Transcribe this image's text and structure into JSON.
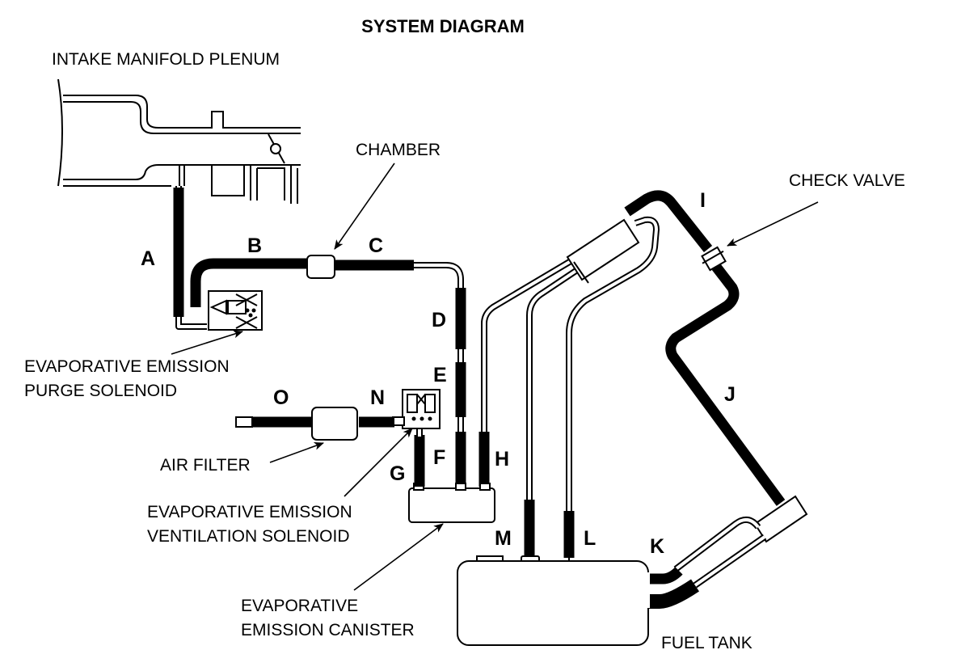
{
  "title": "SYSTEM DIAGRAM",
  "callouts": {
    "intake_manifold_plenum": "INTAKE MANIFOLD PLENUM",
    "chamber": "CHAMBER",
    "check_valve": "CHECK VALVE",
    "purge_solenoid_line1": "EVAPORATIVE EMISSION",
    "purge_solenoid_line2": "PURGE SOLENOID",
    "air_filter": "AIR FILTER",
    "ventilation_solenoid_line1": "EVAPORATIVE EMISSION",
    "ventilation_solenoid_line2": "VENTILATION SOLENOID",
    "canister_line1": "EVAPORATIVE",
    "canister_line2": "EMISSION CANISTER",
    "fuel_tank": "FUEL TANK"
  },
  "hose_labels": {
    "A": "A",
    "B": "B",
    "C": "C",
    "D": "D",
    "E": "E",
    "F": "F",
    "G": "G",
    "H": "H",
    "I": "I",
    "J": "J",
    "K": "K",
    "L": "L",
    "M": "M",
    "N": "N",
    "O": "O"
  }
}
